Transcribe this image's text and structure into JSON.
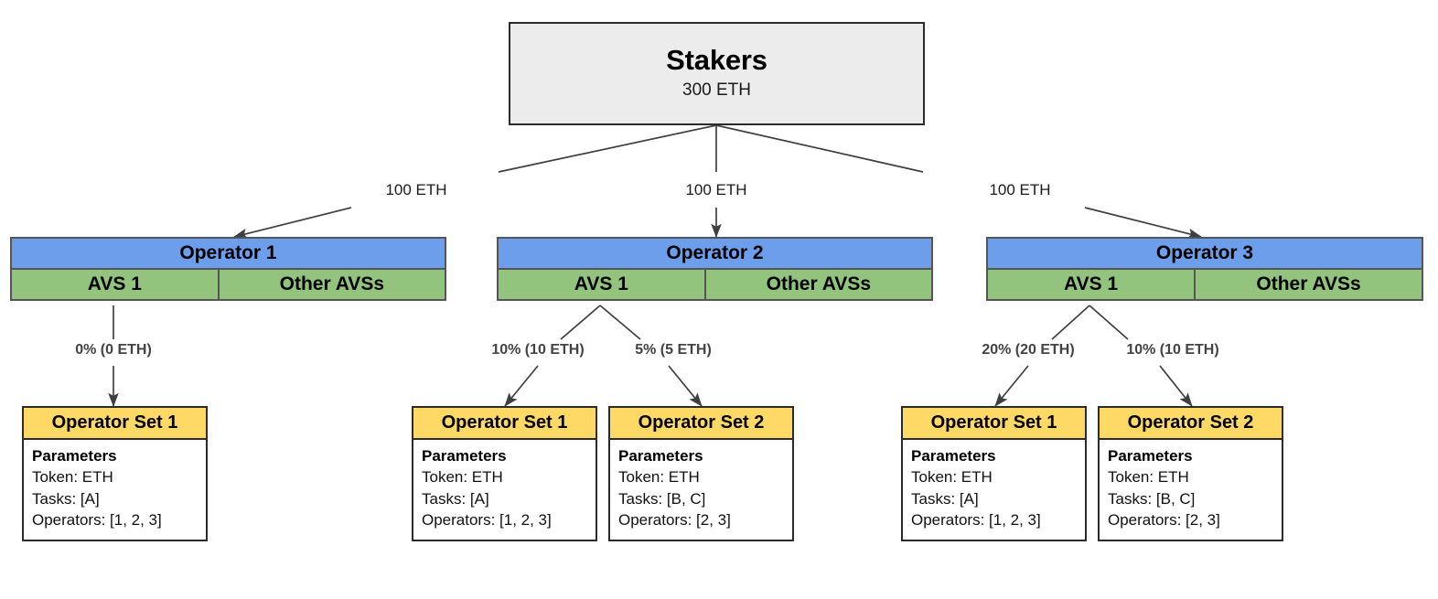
{
  "diagram": {
    "title_node": {
      "name": "Stakers",
      "amount": "300 ETH"
    },
    "delegation_labels": [
      "100 ETH",
      "100 ETH",
      "100 ETH"
    ],
    "operators": [
      {
        "title": "Operator 1",
        "avs_primary": "AVS 1",
        "avs_other": "Other AVSs",
        "allocations": [
          "0% (0 ETH)"
        ],
        "operator_sets": [
          {
            "title": "Operator Set 1",
            "params_heading": "Parameters",
            "token": "Token: ETH",
            "tasks": "Tasks: [A]",
            "operators": "Operators: [1, 2, 3]"
          }
        ]
      },
      {
        "title": "Operator 2",
        "avs_primary": "AVS 1",
        "avs_other": "Other AVSs",
        "allocations": [
          "10% (10 ETH)",
          "5% (5 ETH)"
        ],
        "operator_sets": [
          {
            "title": "Operator Set 1",
            "params_heading": "Parameters",
            "token": "Token: ETH",
            "tasks": "Tasks: [A]",
            "operators": "Operators: [1, 2, 3]"
          },
          {
            "title": "Operator Set 2",
            "params_heading": "Parameters",
            "token": "Token: ETH",
            "tasks": "Tasks: [B, C]",
            "operators": "Operators: [2, 3]"
          }
        ]
      },
      {
        "title": "Operator 3",
        "avs_primary": "AVS 1",
        "avs_other": "Other AVSs",
        "allocations": [
          "20% (20 ETH)",
          "10% (10 ETH)"
        ],
        "operator_sets": [
          {
            "title": "Operator Set 1",
            "params_heading": "Parameters",
            "token": "Token: ETH",
            "tasks": "Tasks: [A]",
            "operators": "Operators: [1, 2, 3]"
          },
          {
            "title": "Operator Set 2",
            "params_heading": "Parameters",
            "token": "Token: ETH",
            "tasks": "Tasks: [B, C]",
            "operators": "Operators: [2, 3]"
          }
        ]
      }
    ],
    "colors": {
      "stakers_fill": "#ececec",
      "operator_fill": "#6d9eeb",
      "avs_fill": "#93c47d",
      "operator_set_fill": "#ffd966",
      "edge": "#3f3f3f",
      "label_muted": "#434343"
    }
  }
}
